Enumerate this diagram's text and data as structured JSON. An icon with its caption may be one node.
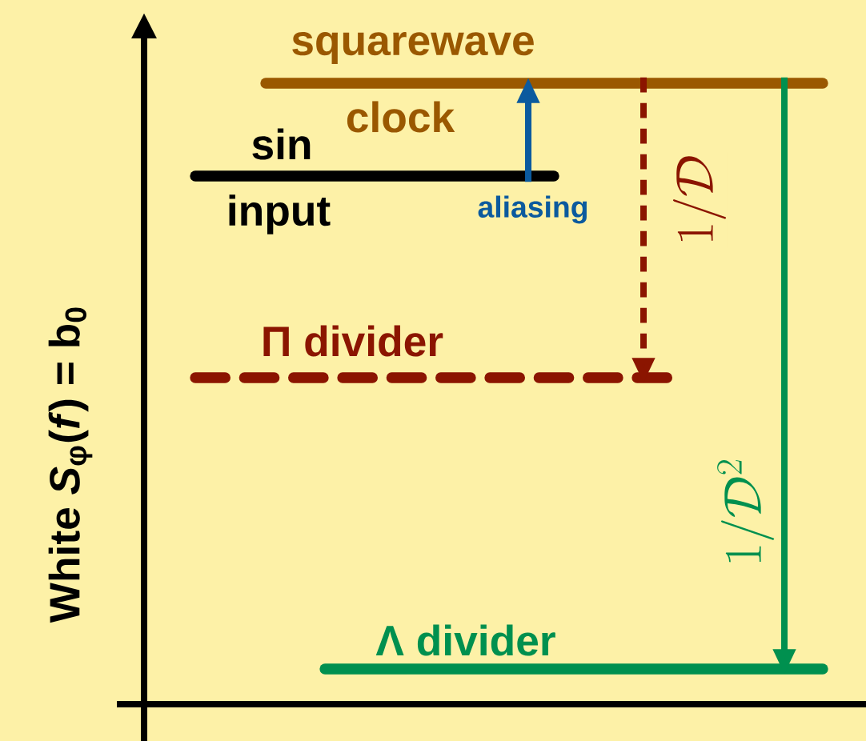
{
  "diagram": {
    "nodes": [
      {
        "text": [
          "squarewave",
          "clock"
        ]
      },
      {
        "text": [
          "sin",
          "input"
        ]
      },
      {
        "text": [
          "Π divider"
        ]
      },
      {
        "text": [
          "Λ divider"
        ]
      }
    ],
    "edges": [
      {
        "from": 1,
        "to": 0,
        "arrow": "to",
        "label": "aliasing",
        "color": "#0b5a9e"
      },
      {
        "from": 0,
        "to": 2,
        "arrow": "to",
        "label": "1/\\mathcal{D}",
        "style": "dashed",
        "color": "#8b1500"
      },
      {
        "from": 0,
        "to": 3,
        "arrow": "to",
        "label": "1/\\mathcal{D}^2",
        "color": "#00904f"
      }
    ],
    "labels": [
      "White *S*$_{φ}$(*f*) = b$_{0}$"
    ]
  }
}
